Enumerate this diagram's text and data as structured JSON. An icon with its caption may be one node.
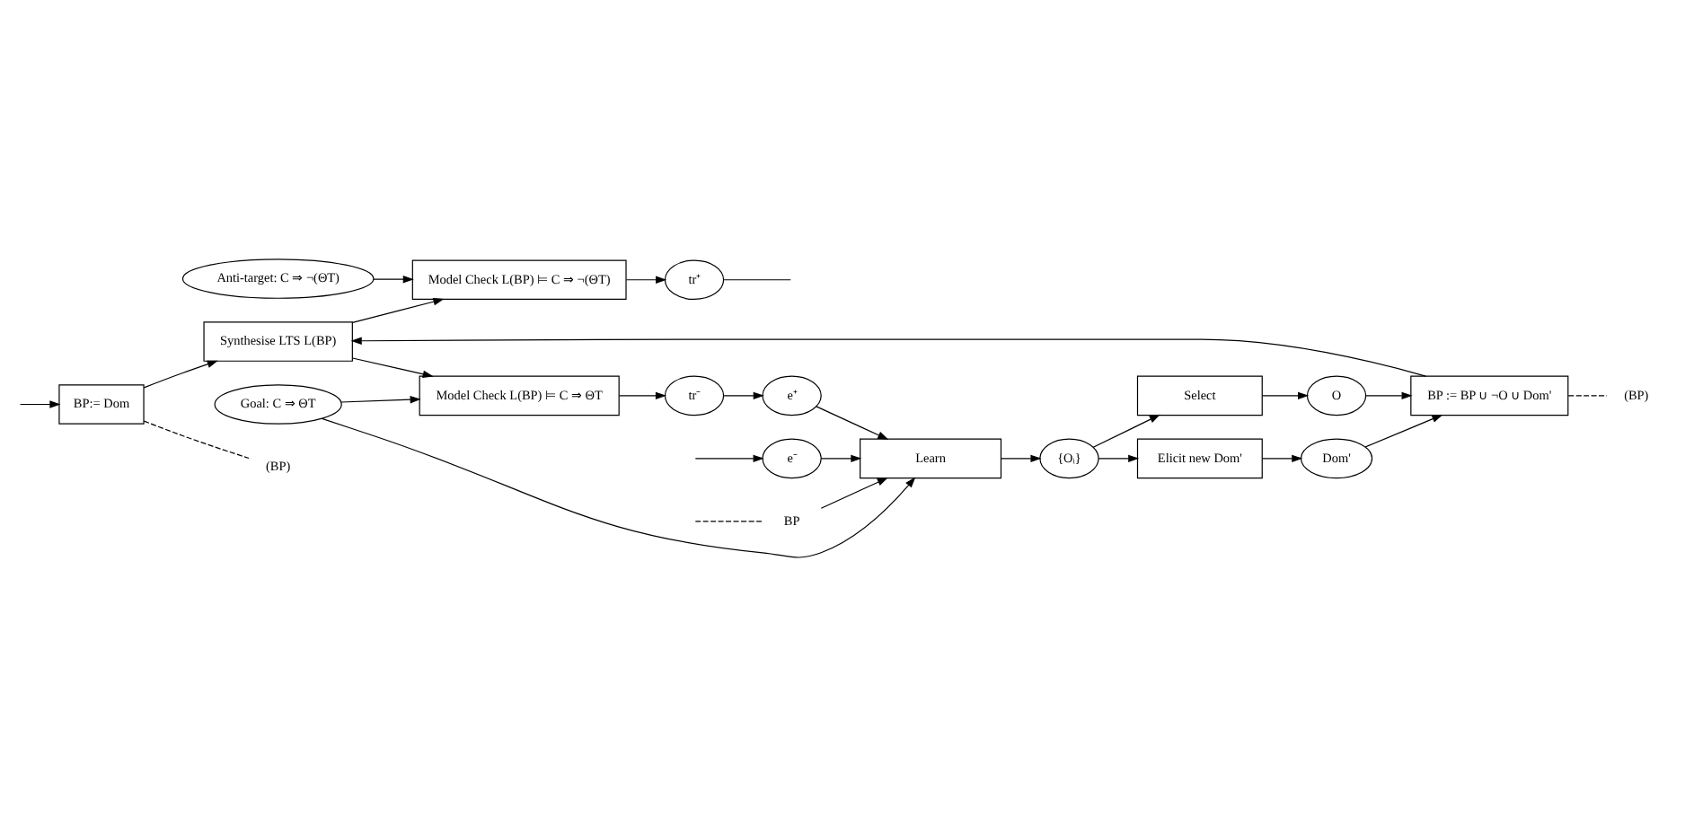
{
  "diagram": {
    "nodes": [
      {
        "text": [
          "BP:= Dom"
        ]
      },
      {
        "text": [
          "Synthesise LTS L(BP)"
        ]
      },
      {
        "text": [
          "BP := BP ∪ ¬O ∪ Dom'"
        ]
      },
      {
        "text": [
          "Anti-target: C ⇒ ¬(ΘT)"
        ]
      },
      {
        "text": [
          "Model Check L(BP) ⊨ C ⇒ ¬(ΘT)"
        ]
      },
      {
        "text": [
          "Model Check L(BP) ⊨ C ⇒ ΘT"
        ]
      },
      {
        "text": [
          "Goal: C ⇒ ΘT"
        ]
      },
      {
        "text": [
          "tr⁺"
        ]
      },
      {
        "text": [
          "tr⁻"
        ]
      },
      {
        "text": [
          "e⁺"
        ]
      },
      {
        "text": [
          "e⁻"
        ]
      },
      {
        "text": [
          "Learn"
        ]
      },
      {
        "text": [
          "{Oᵢ}"
        ]
      },
      {
        "text": [
          "Select"
        ]
      },
      {
        "text": [
          "Elicit new Dom'"
        ]
      },
      {
        "text": [
          "O"
        ]
      },
      {
        "text": [
          "Dom'"
        ]
      },
      {
        "text": [
          "BP"
        ]
      },
      {
        "text": [
          "(BP)"
        ]
      },
      {
        "text": [
          "(BP)"
        ]
      }
    ],
    "edges": [
      {
        "from": null,
        "to": 0,
        "arrow": "to"
      },
      {
        "from": 0,
        "to": 1,
        "arrow": "to"
      },
      {
        "from": 0,
        "to": 18,
        "arrow": "none",
        "style": "dashed"
      },
      {
        "from": 1,
        "to": 4,
        "arrow": "to"
      },
      {
        "from": 1,
        "to": 5,
        "arrow": "to"
      },
      {
        "from": 3,
        "to": 4,
        "arrow": "to"
      },
      {
        "from": 4,
        "to": 7,
        "arrow": "to"
      },
      {
        "from": 7,
        "to": null,
        "arrow": "none"
      },
      {
        "from": 5,
        "to": 8,
        "arrow": "to"
      },
      {
        "from": 8,
        "to": 9,
        "arrow": "to"
      },
      {
        "from": 6,
        "to": 5,
        "arrow": "to"
      },
      {
        "from": 6,
        "to": 11,
        "arrow": "to"
      },
      {
        "from": 9,
        "to": 11,
        "arrow": "to"
      },
      {
        "from": 10,
        "to": 11,
        "arrow": "to"
      },
      {
        "from": null,
        "to": 10,
        "arrow": "to"
      },
      {
        "from": null,
        "to": 17,
        "arrow": "none",
        "style": "dashed"
      },
      {
        "from": 17,
        "to": 11,
        "arrow": "to"
      },
      {
        "from": 11,
        "to": 12,
        "arrow": "to"
      },
      {
        "from": 12,
        "to": 13,
        "arrow": "to"
      },
      {
        "from": 12,
        "to": 14,
        "arrow": "to"
      },
      {
        "from": 13,
        "to": 15,
        "arrow": "to"
      },
      {
        "from": 14,
        "to": 16,
        "arrow": "to"
      },
      {
        "from": 15,
        "to": 2,
        "arrow": "to"
      },
      {
        "from": 16,
        "to": 2,
        "arrow": "to"
      },
      {
        "from": 2,
        "to": 1,
        "arrow": "to"
      },
      {
        "from": 2,
        "to": 19,
        "arrow": "none",
        "style": "dashed"
      }
    ]
  }
}
